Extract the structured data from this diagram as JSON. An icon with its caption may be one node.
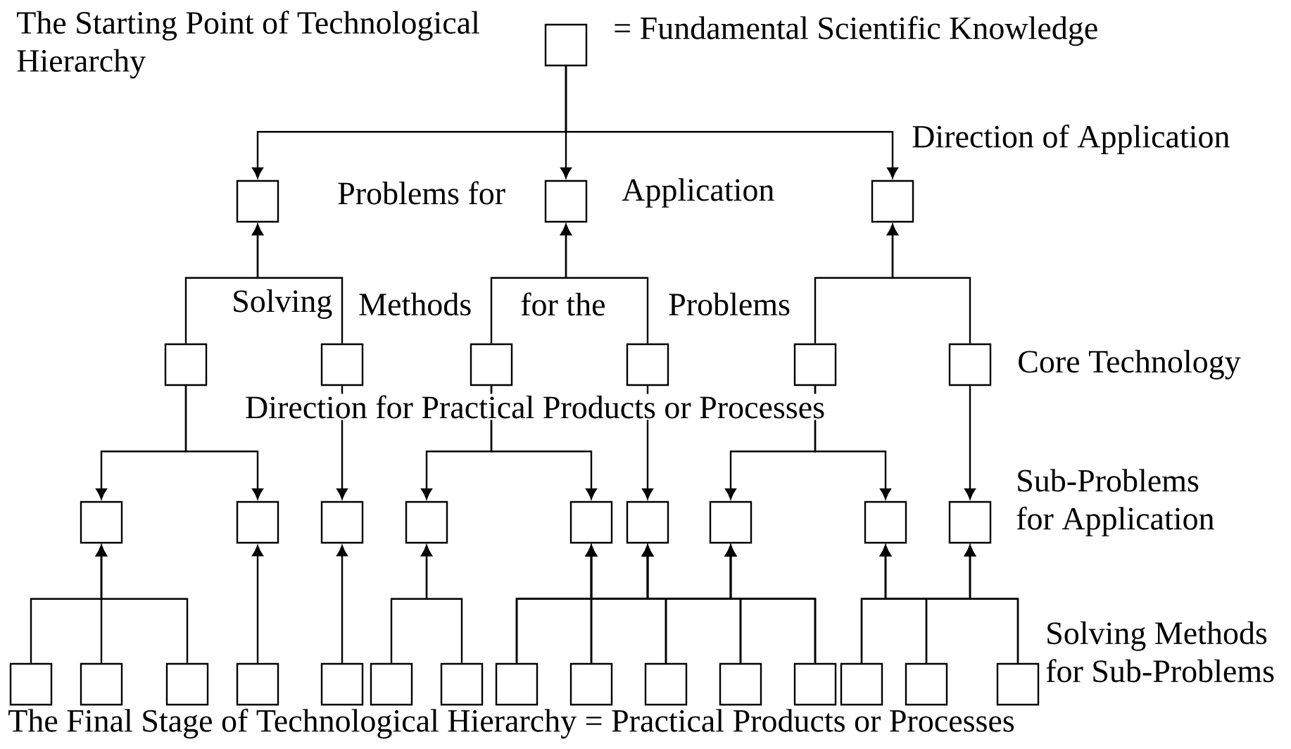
{
  "diagram": {
    "nodes": [
      {
        "text": [],
        "shape": "box"
      },
      {
        "text": [],
        "shape": "box"
      },
      {
        "text": [],
        "shape": "box"
      },
      {
        "text": [],
        "shape": "box"
      },
      {
        "text": [],
        "shape": "box"
      },
      {
        "text": [],
        "shape": "box"
      },
      {
        "text": [],
        "shape": "box"
      },
      {
        "text": [],
        "shape": "box"
      },
      {
        "text": [],
        "shape": "box"
      },
      {
        "text": [],
        "shape": "box"
      },
      {
        "text": [],
        "shape": "box"
      },
      {
        "text": [],
        "shape": "box"
      },
      {
        "text": [],
        "shape": "box"
      },
      {
        "text": [],
        "shape": "box"
      },
      {
        "text": [],
        "shape": "box"
      },
      {
        "text": [],
        "shape": "box"
      },
      {
        "text": [],
        "shape": "box"
      },
      {
        "text": [],
        "shape": "box"
      },
      {
        "text": [],
        "shape": "box"
      },
      {
        "text": [],
        "shape": "box"
      },
      {
        "text": [],
        "shape": "box"
      },
      {
        "text": [],
        "shape": "box"
      },
      {
        "text": [],
        "shape": "box"
      },
      {
        "text": [],
        "shape": "box"
      },
      {
        "text": [],
        "shape": "box"
      },
      {
        "text": [],
        "shape": "box"
      },
      {
        "text": [],
        "shape": "box"
      },
      {
        "text": [],
        "shape": "box"
      },
      {
        "text": [],
        "shape": "box"
      },
      {
        "text": [],
        "shape": "box"
      },
      {
        "text": [],
        "shape": "box"
      },
      {
        "text": [],
        "shape": "box"
      },
      {
        "text": [],
        "shape": "box"
      },
      {
        "text": [],
        "shape": "box"
      }
    ],
    "edges": [
      {
        "from": 0,
        "to": 1,
        "arrow": "to"
      },
      {
        "from": 0,
        "to": 2,
        "arrow": "to"
      },
      {
        "from": 0,
        "to": 3,
        "arrow": "to"
      },
      {
        "from": 4,
        "to": 1,
        "arrow": "to"
      },
      {
        "from": 5,
        "to": 1,
        "arrow": "to"
      },
      {
        "from": 6,
        "to": 2,
        "arrow": "to"
      },
      {
        "from": 7,
        "to": 2,
        "arrow": "to"
      },
      {
        "from": 8,
        "to": 3,
        "arrow": "to"
      },
      {
        "from": 9,
        "to": 3,
        "arrow": "to"
      },
      {
        "from": 4,
        "to": 10,
        "arrow": "to"
      },
      {
        "from": 4,
        "to": 11,
        "arrow": "to"
      },
      {
        "from": 5,
        "to": 12,
        "arrow": "to"
      },
      {
        "from": 6,
        "to": 13,
        "arrow": "to"
      },
      {
        "from": 6,
        "to": 14,
        "arrow": "to"
      },
      {
        "from": 7,
        "to": 15,
        "arrow": "to"
      },
      {
        "from": 8,
        "to": 16,
        "arrow": "to"
      },
      {
        "from": 8,
        "to": 17,
        "arrow": "to"
      },
      {
        "from": 9,
        "to": 18,
        "arrow": "to"
      },
      {
        "from": 19,
        "to": 10,
        "arrow": "to"
      },
      {
        "from": 20,
        "to": 10,
        "arrow": "to"
      },
      {
        "from": 21,
        "to": 10,
        "arrow": "to"
      },
      {
        "from": 22,
        "to": 11,
        "arrow": "to"
      },
      {
        "from": 23,
        "to": 12,
        "arrow": "to"
      },
      {
        "from": 24,
        "to": 13,
        "arrow": "to"
      },
      {
        "from": 25,
        "to": 13,
        "arrow": "to"
      },
      {
        "from": 26,
        "to": 14,
        "arrow": "to"
      },
      {
        "from": 26,
        "to": 15,
        "arrow": "to"
      },
      {
        "from": 26,
        "to": 16,
        "arrow": "to"
      },
      {
        "from": 27,
        "to": 14,
        "arrow": "to"
      },
      {
        "from": 27,
        "to": 15,
        "arrow": "to"
      },
      {
        "from": 27,
        "to": 16,
        "arrow": "to"
      },
      {
        "from": 28,
        "to": 14,
        "arrow": "to"
      },
      {
        "from": 28,
        "to": 15,
        "arrow": "to"
      },
      {
        "from": 28,
        "to": 16,
        "arrow": "to"
      },
      {
        "from": 29,
        "to": 14,
        "arrow": "to"
      },
      {
        "from": 29,
        "to": 15,
        "arrow": "to"
      },
      {
        "from": 29,
        "to": 16,
        "arrow": "to"
      },
      {
        "from": 30,
        "to": 14,
        "arrow": "to"
      },
      {
        "from": 30,
        "to": 15,
        "arrow": "to"
      },
      {
        "from": 30,
        "to": 16,
        "arrow": "to"
      },
      {
        "from": 31,
        "to": 17,
        "arrow": "to"
      },
      {
        "from": 31,
        "to": 18,
        "arrow": "to"
      },
      {
        "from": 32,
        "to": 17,
        "arrow": "to"
      },
      {
        "from": 32,
        "to": 18,
        "arrow": "to"
      },
      {
        "from": 33,
        "to": 17,
        "arrow": "to"
      },
      {
        "from": 33,
        "to": 18,
        "arrow": "to"
      }
    ],
    "labels": [
      "The Starting Point of Technological Hierarchy",
      "= Fundamental Scientific Knowledge",
      "Direction of Application",
      "Problems for",
      "Application",
      "Solving",
      "Methods",
      "for the",
      "Problems",
      "Core Technology",
      "Direction for Practical Products or Processes",
      "Sub-Problems for Application",
      "Solving Methods for Sub-Problems",
      "The Final Stage of Technological Hierarchy = Practical Products or Processes"
    ]
  }
}
